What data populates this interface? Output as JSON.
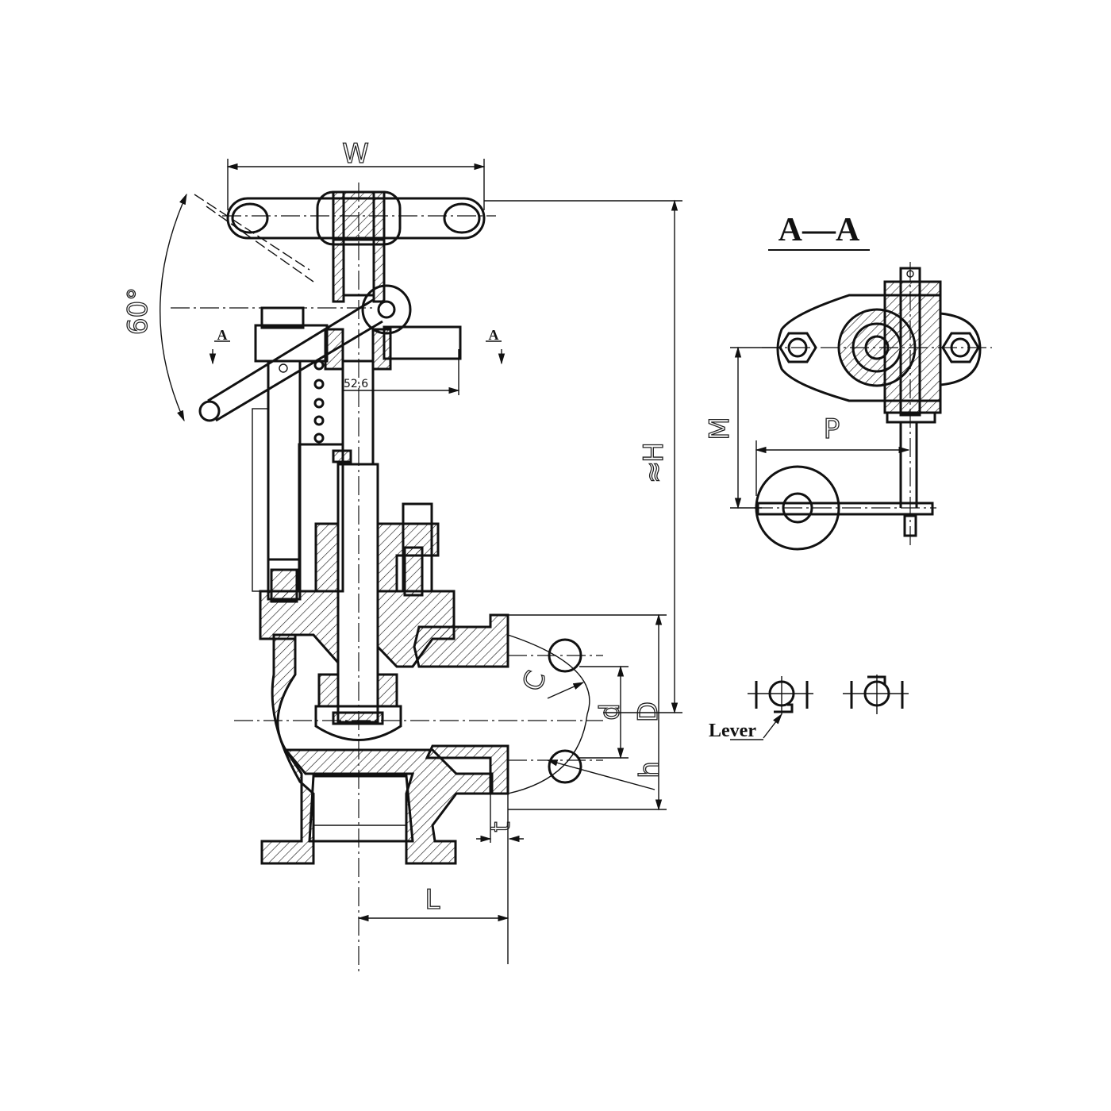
{
  "section_view": {
    "title": "A—A",
    "section_marks": [
      "A",
      "A"
    ]
  },
  "dimensions": {
    "W": "W",
    "H": "H",
    "H_approx": "≈",
    "angle": "60°",
    "inner": "52,6",
    "M": "M",
    "P": "P",
    "C": "C",
    "d": "d",
    "D": "D",
    "h": "h",
    "t": "t",
    "L": "L"
  },
  "legend": {
    "lever_label": "Lever"
  }
}
